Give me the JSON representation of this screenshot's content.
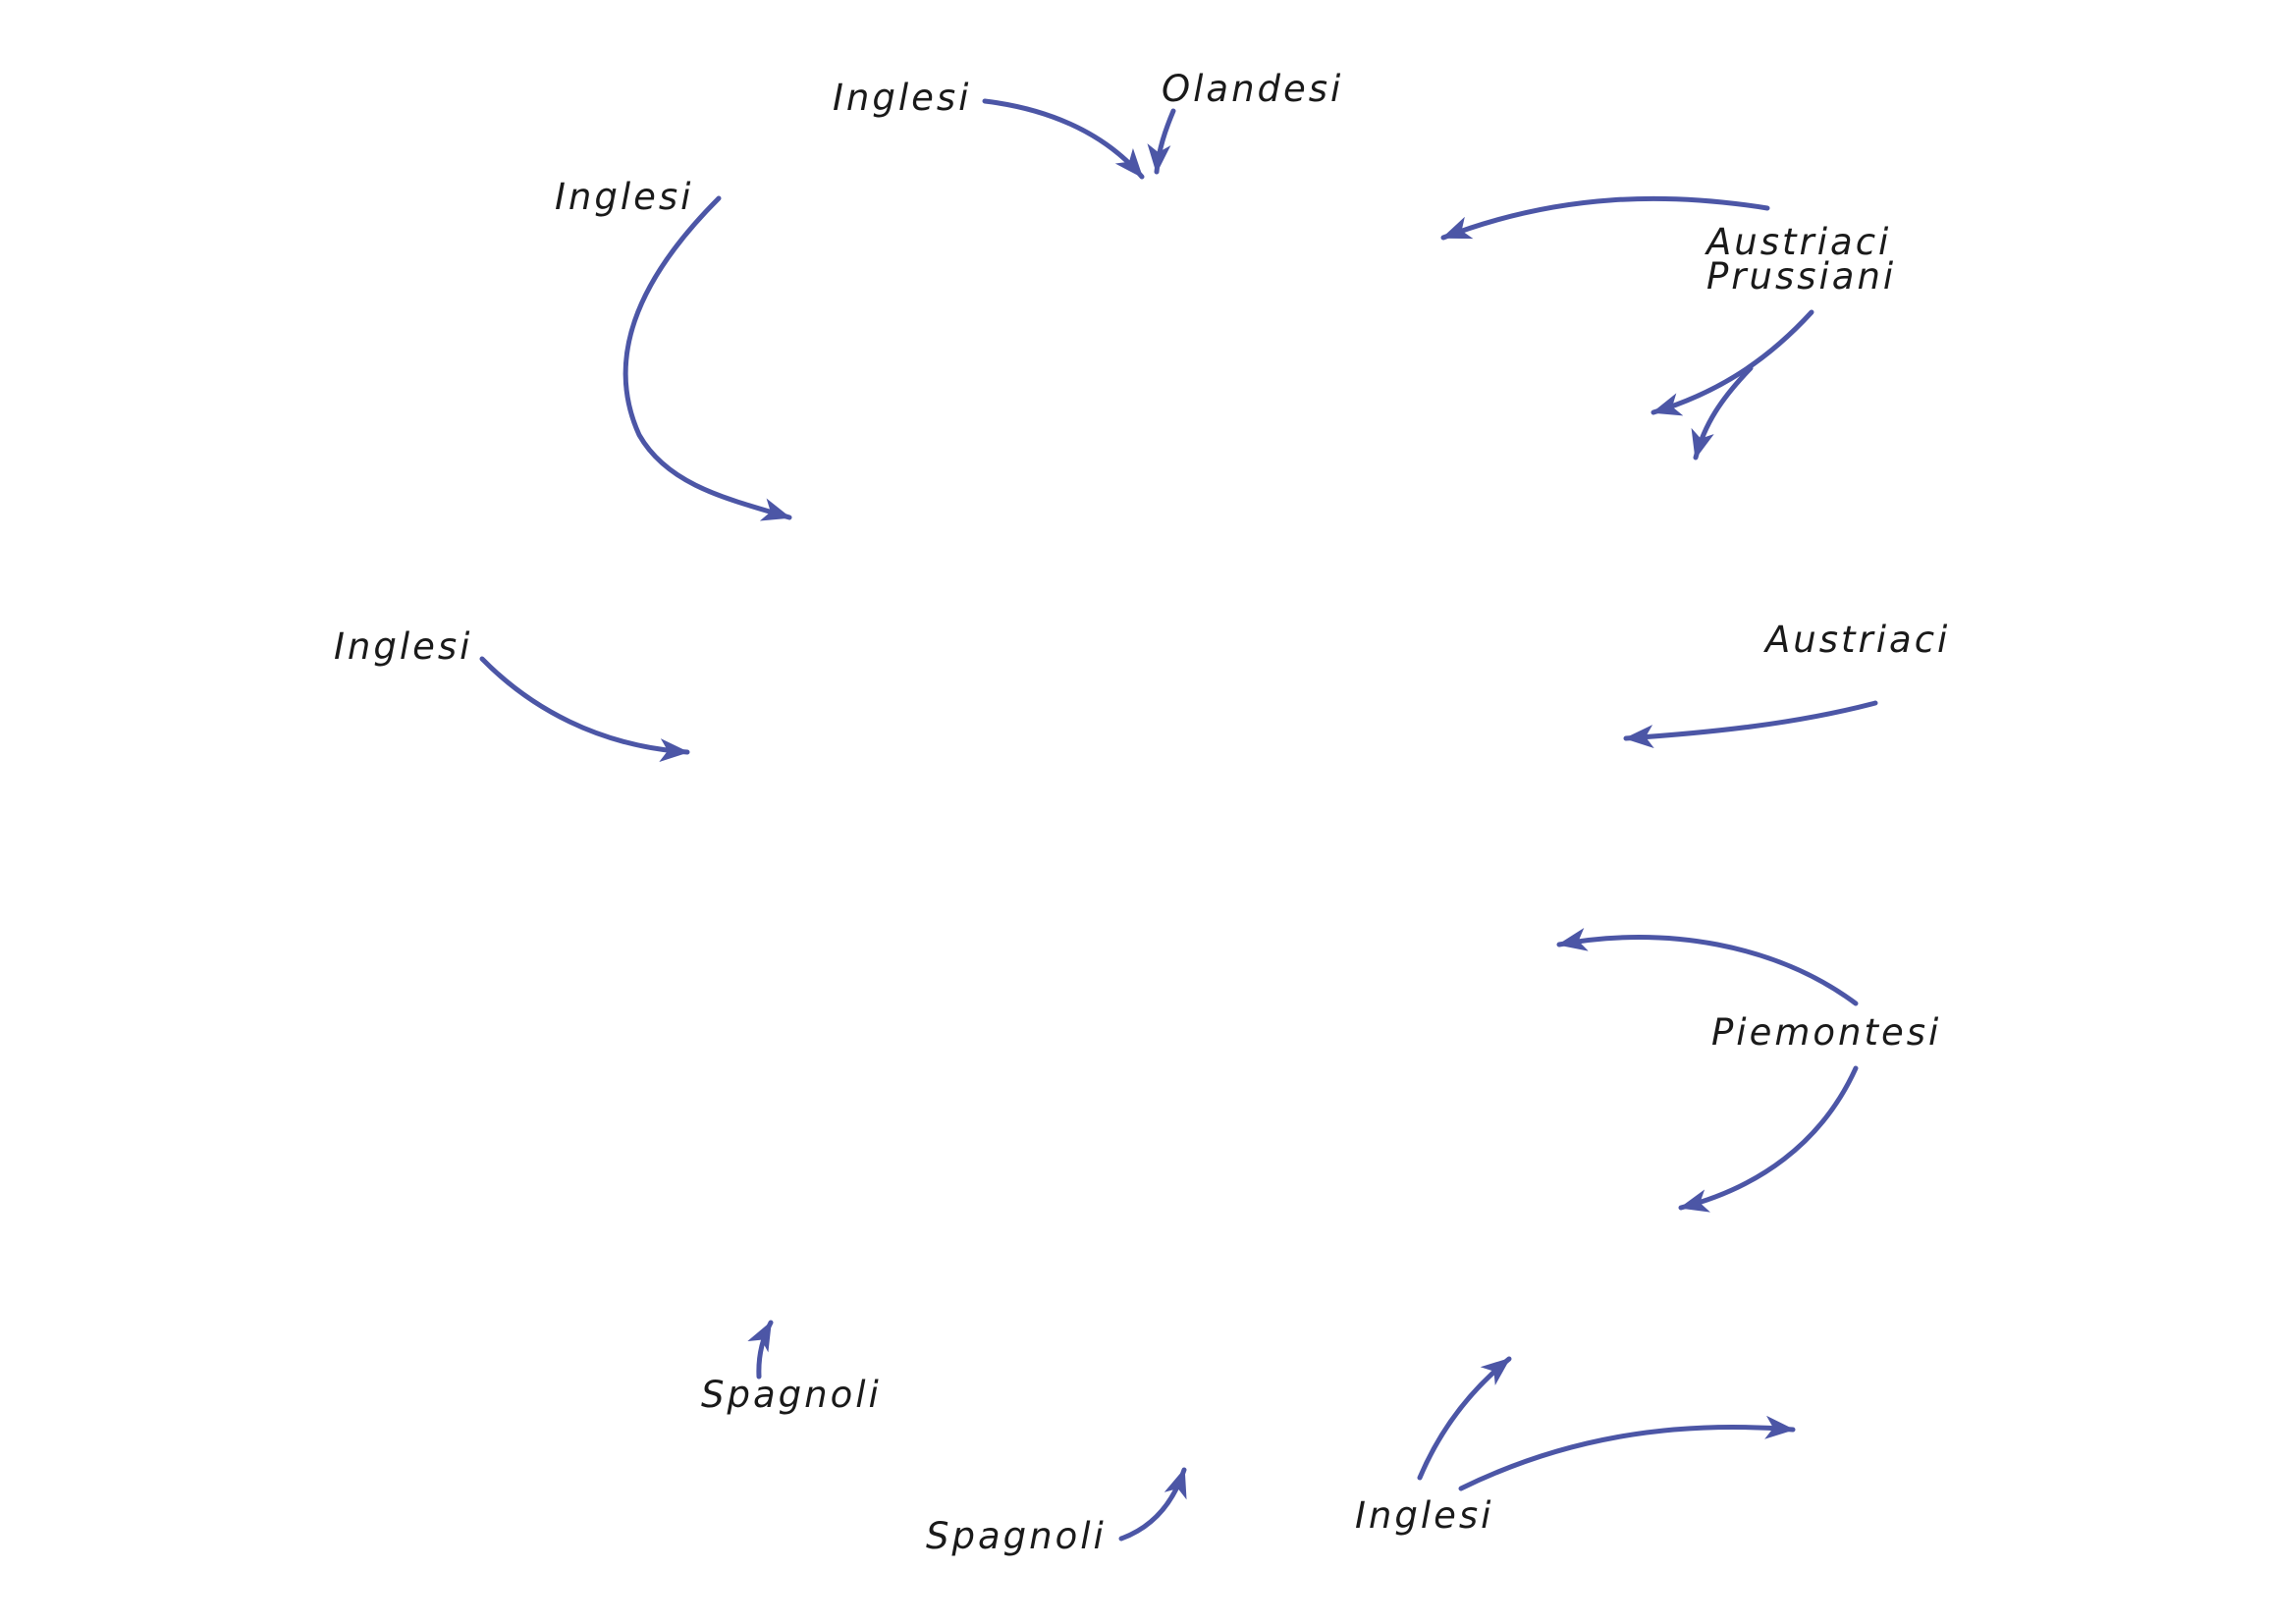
{
  "colors": {
    "arrow": "#4c56a6",
    "label": "#1a1a1a",
    "background": "#ffffff"
  },
  "labels": [
    {
      "id": "inglesi-top",
      "text": "Inglesi"
    },
    {
      "id": "olandesi",
      "text": "Olandesi"
    },
    {
      "id": "inglesi-upper-left",
      "text": "Inglesi"
    },
    {
      "id": "austriaci-top",
      "text": "Austriaci"
    },
    {
      "id": "prussiani",
      "text": "Prussiani"
    },
    {
      "id": "inglesi-left",
      "text": "Inglesi"
    },
    {
      "id": "austriaci-right",
      "text": "Austriaci"
    },
    {
      "id": "piemontesi",
      "text": "Piemontesi"
    },
    {
      "id": "spagnoli-left",
      "text": "Spagnoli"
    },
    {
      "id": "spagnoli-bottom",
      "text": "Spagnoli"
    },
    {
      "id": "inglesi-bottom",
      "text": "Inglesi"
    }
  ],
  "arrows": [
    {
      "from": "Inglesi",
      "count": 1
    },
    {
      "from": "Olandesi",
      "count": 1
    },
    {
      "from": "Inglesi",
      "count": 1
    },
    {
      "from": "Austriaci / Prussiani",
      "count": 3
    },
    {
      "from": "Inglesi",
      "count": 1
    },
    {
      "from": "Austriaci",
      "count": 1
    },
    {
      "from": "Piemontesi",
      "count": 2
    },
    {
      "from": "Spagnoli",
      "count": 1
    },
    {
      "from": "Spagnoli",
      "count": 1
    },
    {
      "from": "Inglesi",
      "count": 2
    }
  ]
}
